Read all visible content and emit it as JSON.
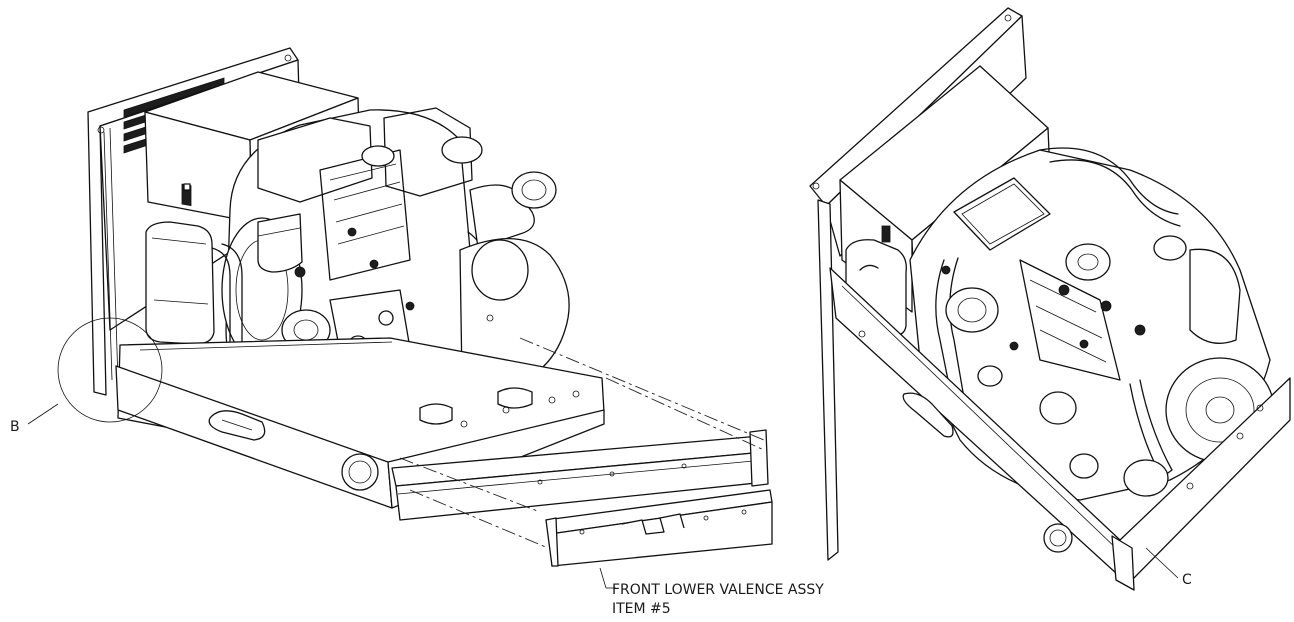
{
  "callouts": {
    "detail_b": "B",
    "detail_c": "C",
    "valence_line1": "FRONT LOWER VALENCE ASSY",
    "valence_line2": "ITEM #5"
  },
  "colors": {
    "line": "#111111",
    "background": "#ffffff"
  }
}
